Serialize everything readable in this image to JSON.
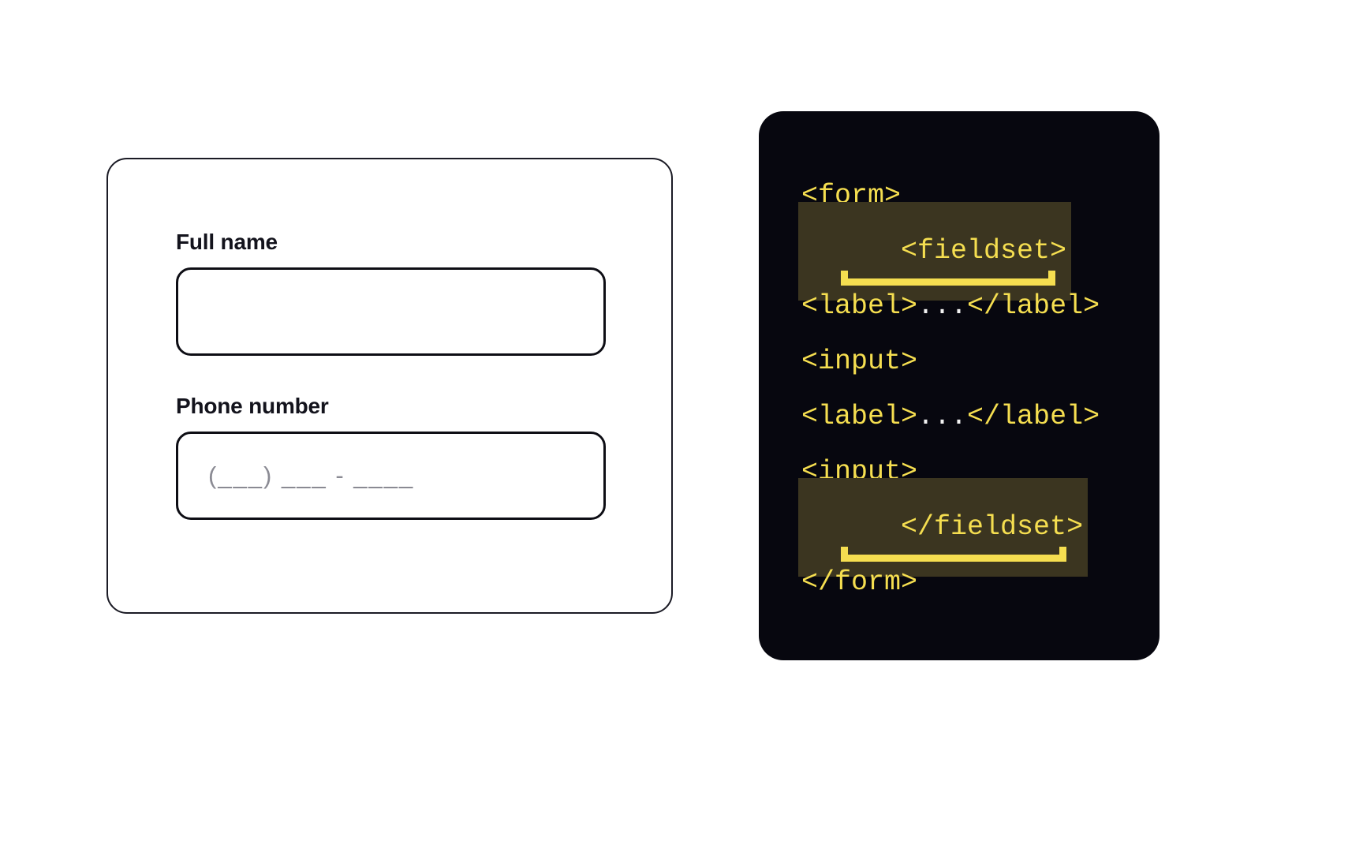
{
  "form_preview": {
    "name": "form-preview-card",
    "fields": [
      {
        "id": "fullname",
        "label": "Full name",
        "value": "",
        "placeholder": ""
      },
      {
        "id": "phone",
        "label": "Phone number",
        "value": "",
        "placeholder": "(___) ___ - ____"
      }
    ]
  },
  "code_panel": {
    "background_color": "#07070f",
    "text_color": "#F5DE50",
    "highlight_background": "#3b3520",
    "highlight_underline_color": "#F5DE50",
    "ellipsis_color": "#F2F2F2",
    "lines": [
      {
        "text": "<form>",
        "highlighted": false,
        "has_ellipsis": false
      },
      {
        "text": "<fieldset>",
        "highlighted": true,
        "has_ellipsis": false
      },
      {
        "text": "<label>...</label>",
        "highlighted": false,
        "has_ellipsis": true,
        "before": "<label>",
        "ellipsis": "...",
        "after": "</label>"
      },
      {
        "text": "<input>",
        "highlighted": false,
        "has_ellipsis": false
      },
      {
        "text": "<label>...</label>",
        "highlighted": false,
        "has_ellipsis": true,
        "before": "<label>",
        "ellipsis": "...",
        "after": "</label>"
      },
      {
        "text": "<input>",
        "highlighted": false,
        "has_ellipsis": false
      },
      {
        "text": "</fieldset>",
        "highlighted": true,
        "has_ellipsis": false
      },
      {
        "text": "</form>",
        "highlighted": false,
        "has_ellipsis": false
      }
    ]
  }
}
